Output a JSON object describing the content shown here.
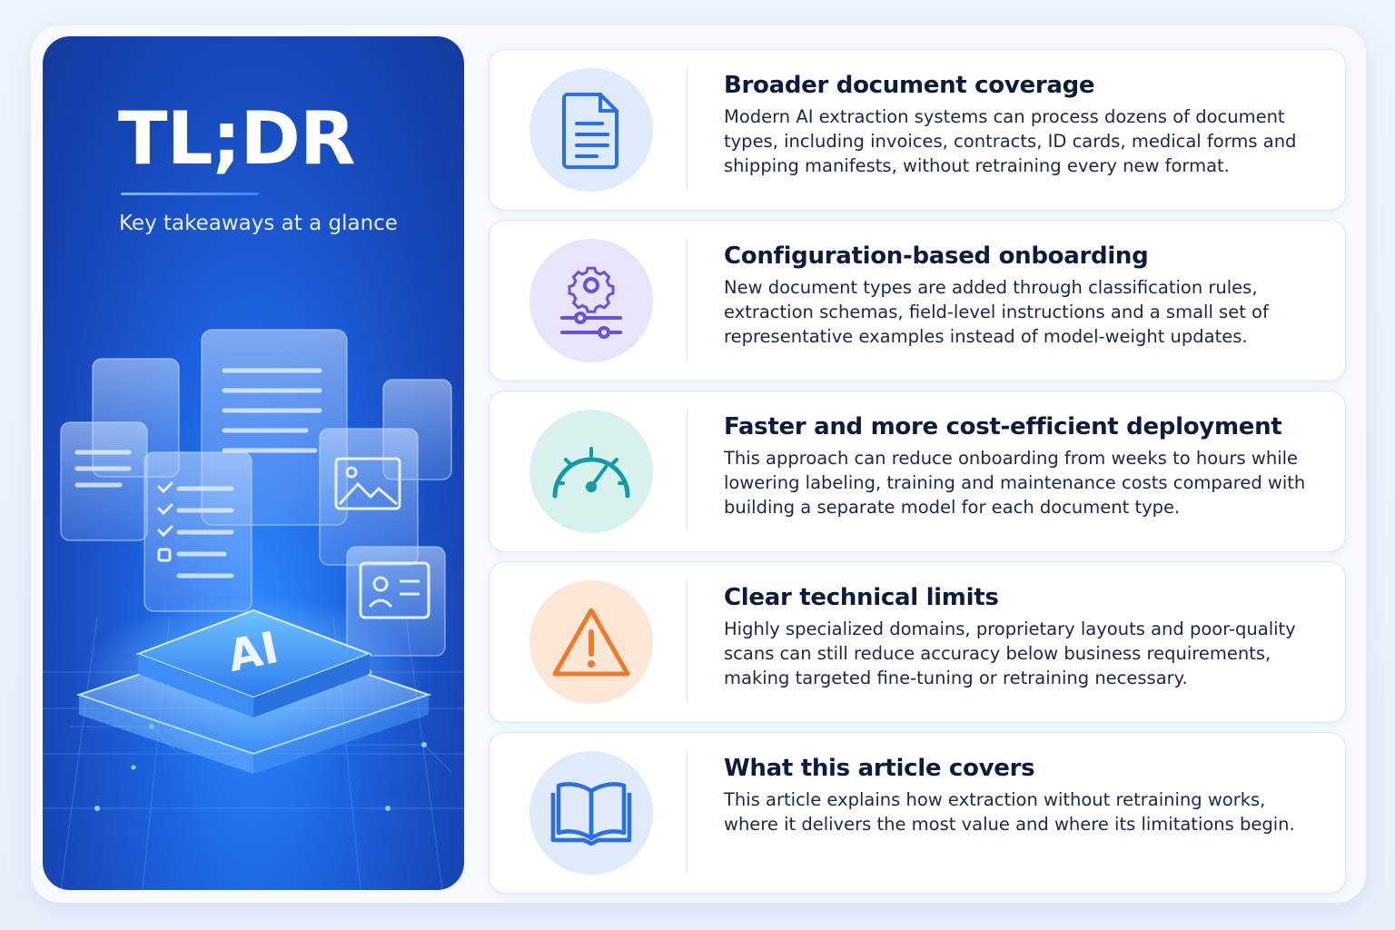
{
  "hero": {
    "title": "TL;DR",
    "subtitle": "Key takeaways at a glance",
    "chip_label": "AI"
  },
  "colors": {
    "hero_blue": "#1d63e0",
    "icon_blue": "#2a6fe8",
    "icon_purple": "#6a4fe0",
    "icon_teal": "#139aa6",
    "icon_orange": "#f07a2a"
  },
  "cards": [
    {
      "icon": "document-icon",
      "title": "Broader document coverage",
      "body": "Modern AI extraction systems can process dozens of document types, including invoices, contracts, ID cards, medical forms and shipping manifests, without retraining every new format."
    },
    {
      "icon": "gear-sliders-icon",
      "title": "Configuration-based onboarding",
      "body": "New document types are added through classification rules, extraction schemas, field-level instructions and a small set of representative examples instead of model-weight updates."
    },
    {
      "icon": "speedometer-icon",
      "title": "Faster and more cost-efficient deployment",
      "body": "This approach can reduce onboarding from weeks to hours while lowering labeling, training and maintenance costs compared with building a separate model for each document type."
    },
    {
      "icon": "warning-icon",
      "title": "Clear technical limits",
      "body": "Highly specialized domains, proprietary layouts and poor-quality scans can still reduce accuracy below business requirements, making targeted fine-tuning or retraining necessary."
    },
    {
      "icon": "open-book-icon",
      "title": "What this article covers",
      "body": "This article explains how extraction without retraining works, where it delivers the most value and where its limitations begin."
    }
  ]
}
